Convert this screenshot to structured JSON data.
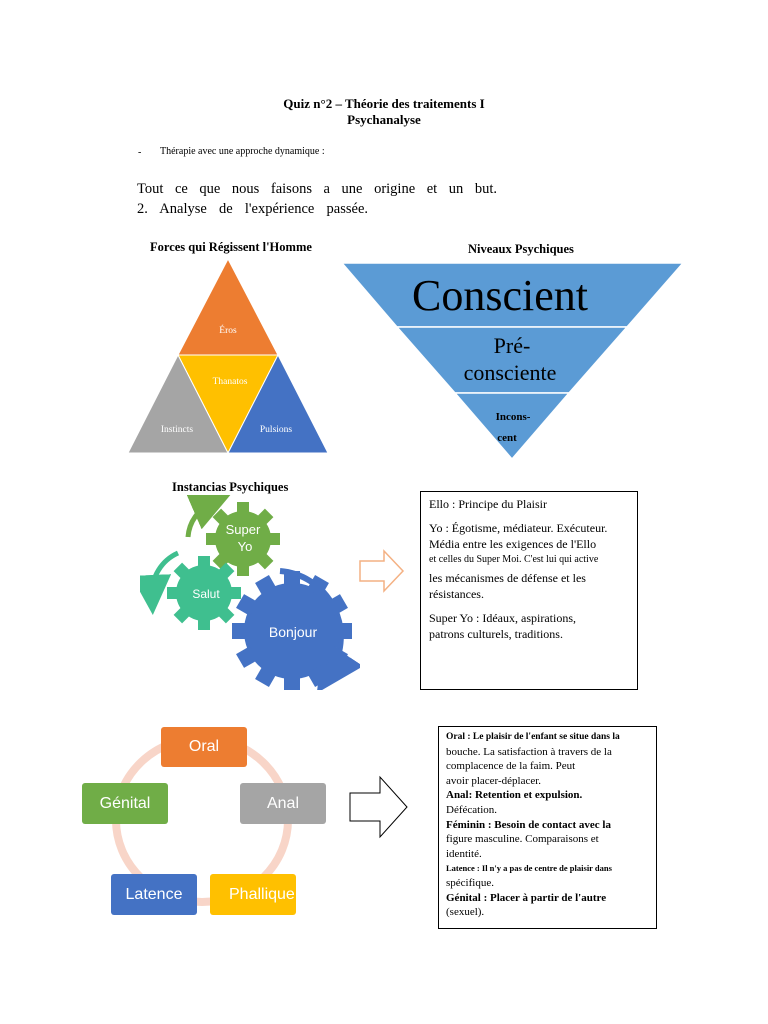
{
  "header": {
    "title_line1": "Quiz n°2 – Théorie des traitements I",
    "title_line2": "Psychanalyse"
  },
  "intro": {
    "bullet_marker": "-",
    "bullet_text": "Thérapie avec une approche dynamique :",
    "line1": "Tout ce que nous faisons a une origine et un but.",
    "line2": "2. Analyse de l'expérience passée."
  },
  "forces": {
    "heading": "Forces qui Régissent l'Homme",
    "top": "Éros",
    "center": "Thanatos",
    "left": "Instincts",
    "right": "Pulsions",
    "colors": {
      "top": "#ED7D31",
      "center": "#FFC000",
      "left": "#A5A5A5",
      "right": "#4472C4"
    }
  },
  "levels": {
    "heading": "Niveaux Psychiques",
    "level1": "Conscient",
    "level2_a": "Pré-",
    "level2_b": "consciente",
    "level3_a": "Incons-",
    "level3_b": "cent",
    "color": "#5B9BD5"
  },
  "instances": {
    "heading": "Instancias Psychiques",
    "gear_top_a": "Super",
    "gear_top_b": "Yo",
    "gear_left": "Salut",
    "gear_big": "Bonjour",
    "colors": {
      "top": "#70AD47",
      "left": "#3FBF8F",
      "big": "#4472C4"
    }
  },
  "instances_box": {
    "p1": "Ello : Principe du Plaisir",
    "p2_a": "Yo : Égotisme, médiateur. Exécuteur.",
    "p2_b": "Média entre les exigences de l'Ello",
    "p2_c": "et celles du Super Moi. C'est lui qui active",
    "p2_d": "les mécanismes de défense et les",
    "p2_e": "résistances.",
    "p3_a": "Super Yo : Idéaux, aspirations,",
    "p3_b": "patrons culturels, traditions."
  },
  "stages": {
    "oral": "Oral",
    "anal": "Anal",
    "phallic": "Phallique",
    "latency": "Latence",
    "genital": "Génital",
    "colors": {
      "oral": "#ED7D31",
      "anal": "#A5A5A5",
      "phallic": "#FFC000",
      "latency": "#4472C4",
      "genital": "#70AD47"
    }
  },
  "stages_box": {
    "oral_label": "Oral :",
    "oral_text_1": " Le plaisir de l'enfant se situe dans la",
    "oral_text_2": "bouche. La satisfaction à travers de la",
    "oral_text_3": "complacence de la faim. Peut",
    "oral_text_4": "avoir placer-déplacer.",
    "anal_label": "Anal:",
    "anal_text_1": " Retention et expulsion.",
    "anal_text_2": "Défécation.",
    "fem_label": "Féminin :",
    "fem_text_1": " Besoin de contact avec la",
    "fem_text_2": "figure masculine. Comparaisons et",
    "fem_text_3": "identité.",
    "lat_label": "Latence :",
    "lat_text_1": " Il n'y a pas de centre de plaisir dans",
    "lat_text_2": "spécifique.",
    "gen_label": "Génital :",
    "gen_text_1": " Placer à partir de l'autre",
    "gen_text_2": "(sexuel)."
  }
}
